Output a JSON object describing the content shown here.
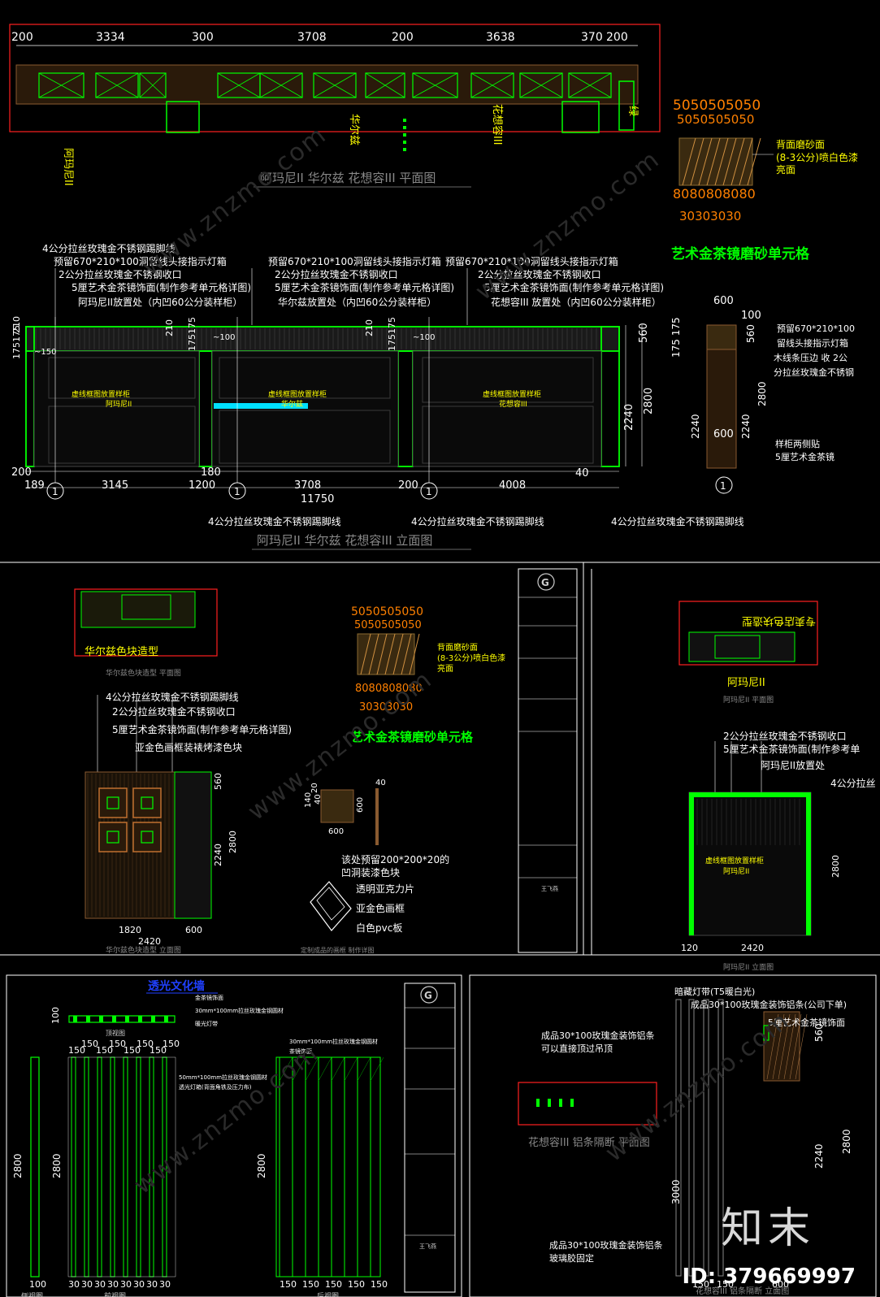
{
  "top_plan": {
    "dims": [
      "200",
      "3334",
      "300",
      "3708",
      "200",
      "3638",
      "370",
      "200"
    ],
    "labels": {
      "a": "阿玛尼II",
      "b": "华尔兹",
      "c": "花想容III",
      "d": "绿"
    },
    "title": "阿玛尼II 华尔兹 花想容III 平面图"
  },
  "unit_a": {
    "top_nums1": "5050505050",
    "top_nums2": "5050505050",
    "bot_nums1": "8080808080",
    "bot_nums2": "30303030",
    "note": [
      "背面磨砂面",
      "(8-3公分)喷白色漆",
      "亮面"
    ],
    "title": "艺术金茶镜磨砂单元格"
  },
  "elevation": {
    "notes": [
      "4公分拉丝玫瑰金不锈钢踢脚线",
      "预留670*210*100洞留线头接指示灯箱",
      "预留670*210*100洞留线头接指示灯箱",
      "预留670*210*100洞留线头接指示灯箱",
      "2公分拉丝玫瑰金不锈钢收口",
      "2公分拉丝玫瑰金不锈钢收口",
      "2公分拉丝玫瑰金不锈钢收口",
      "5厘艺术金茶镜饰面(制作参考单元格详图)",
      "5厘艺术金茶镜饰面(制作参考单元格详图)",
      "5厘艺术金茶镜饰面(制作参考单元格详图)",
      "阿玛尼II放置处（内凹60公分装样柜）",
      "华尔兹放置处（内凹60公分装样柜）",
      "花想容III 放置处（内凹60公分装样柜）"
    ],
    "inner": [
      "虚线框图放置样柜",
      "阿玛尼II",
      "虚线框图放置样柜",
      "华尔兹",
      "虚线框图放置样柜",
      "花想容III"
    ],
    "leftdims": [
      "210",
      "175175"
    ],
    "dims_bottom": [
      "200",
      "189",
      "3145",
      "1200",
      "180",
      "3708",
      "200",
      "4008",
      "40",
      "11750"
    ],
    "dims_right": [
      "560",
      "2240",
      "2800"
    ],
    "mid_small": [
      "210",
      "175175",
      "210",
      "175175",
      "~100",
      "~100",
      "~150"
    ],
    "footnotes": [
      "4公分拉丝玫瑰金不锈钢踢脚线",
      "4公分拉丝玫瑰金不锈钢踢脚线",
      "4公分拉丝玫瑰金不锈钢踢脚线"
    ],
    "title": "阿玛尼II 华尔兹 花想容III 立面图",
    "section_tag": "1"
  },
  "section": {
    "top": [
      "600",
      "100"
    ],
    "left": [
      "175 175",
      "2240"
    ],
    "right": [
      "560",
      "2240",
      "2800"
    ],
    "bottom": "600",
    "notes": [
      "预留670*210*100",
      "留线头接指示灯箱",
      "木线条压边 收 2公",
      "分拉丝玫瑰金不锈钢",
      "样柜两侧贴",
      "5厘艺术金茶镜"
    ]
  },
  "sheet2": {
    "plan_label": "华尔兹色块造型",
    "plan_caption": "华尔兹色块造型 平面图",
    "notes": [
      "4公分拉丝玫瑰金不锈钢踢脚线",
      "2公分拉丝玫瑰金不锈钢收口",
      "5厘艺术金茶镜饰面(制作参考单元格详图)",
      "亚金色画框装裱烤漆色块"
    ],
    "dims": [
      "1820",
      "600",
      "2420",
      "560",
      "2240",
      "2800"
    ],
    "caption": "华尔兹色块造型 立面图",
    "unit_top1": "5050505050",
    "unit_top2": "5050505050",
    "unit_bot1": "8080808080",
    "unit_bot2": "30303030",
    "unit_note": [
      "背面磨砂面",
      "(8-3公分)喷白色漆",
      "亮面"
    ],
    "unit_title": "艺术金茶镜磨砂单元格",
    "frame_dims": [
      "40",
      "600",
      "600",
      "140",
      "40",
      "20"
    ],
    "frame_notes": [
      "该处预留200*200*20的",
      "凹洞装漆色块",
      "透明亚克力片",
      "亚金色画框",
      "白色pvc板"
    ],
    "frame_caption": "定制成品的画框 制作详图",
    "tb_rows": [
      "",
      "",
      "",
      "",
      "",
      "",
      "王飞燕"
    ]
  },
  "sheet3": {
    "plan_label": "阿玛尼II",
    "plan_mirror": "专卖店色块造型",
    "plan_caption": "阿玛尼II 平面图",
    "notes": [
      "2公分拉丝玫瑰金不锈钢收口",
      "5厘艺术金茶镜饰面(制作参考单",
      "阿玛尼II放置处",
      "4公分拉丝"
    ],
    "inner": [
      "虚线框图放置样柜",
      "阿玛尼II"
    ],
    "dims": [
      "120",
      "2420",
      "2800"
    ],
    "caption": "阿玛尼II 立面图"
  },
  "sheet4": {
    "title": "透光文化墙",
    "top_notes": [
      "金茶镜饰面",
      "30mm*100mm拉丝玫瑰金钢圆材",
      "暖光灯带"
    ],
    "top_caption": "顶视图",
    "top_dim": "100",
    "front_dims_top": [
      "150",
      "150",
      "150",
      "150",
      "150",
      "150",
      "150",
      "150"
    ],
    "front_notes": [
      "50mm*100mm拉丝玫瑰金钢圆材",
      "透光灯箱(背面角铁及压力布)"
    ],
    "back_notes": [
      "30mm*100mm拉丝玫瑰金钢圆材",
      "茶镜饰面"
    ],
    "heights": [
      "2800",
      "2800",
      "2800"
    ],
    "bottom_dims": [
      "100",
      "30",
      "30",
      "30",
      "30",
      "30",
      "30",
      "30",
      "30",
      "150",
      "150",
      "150",
      "150",
      "150"
    ],
    "captions": [
      "侧视图",
      "前视图",
      "后视图"
    ],
    "tb_rows": [
      "",
      "",
      "",
      "",
      "王飞燕"
    ]
  },
  "sheet5": {
    "notes": [
      "暗藏灯带(T5暖白光)",
      "成品30*100玫瑰金装饰铝条(公司下单)",
      "5厘艺术金茶镜饰面",
      "成品30*100玫瑰金装饰铝条",
      "可以直接顶过吊顶",
      "成品30*100玫瑰金装饰铝条",
      "玻璃胶固定"
    ],
    "plan_caption": "花想容III 铝条隔断 平面图",
    "elev_caption": "花想容III 铝条隔断 立面图",
    "dims_left": "3000",
    "dims_right": [
      "560",
      "2240",
      "2800"
    ],
    "dims_bottom": [
      "150",
      "150",
      "600"
    ]
  },
  "brand": {
    "logo": "知末",
    "id": "ID: 379669997",
    "watermark": "www.znzmo.com"
  },
  "colors": {
    "green": "#00ff00",
    "yellow": "#ffff00",
    "white": "#ffffff",
    "red": "#ff2020",
    "orange": "#ff8000",
    "cyan": "#00e0ff",
    "blue": "#2040ff"
  }
}
